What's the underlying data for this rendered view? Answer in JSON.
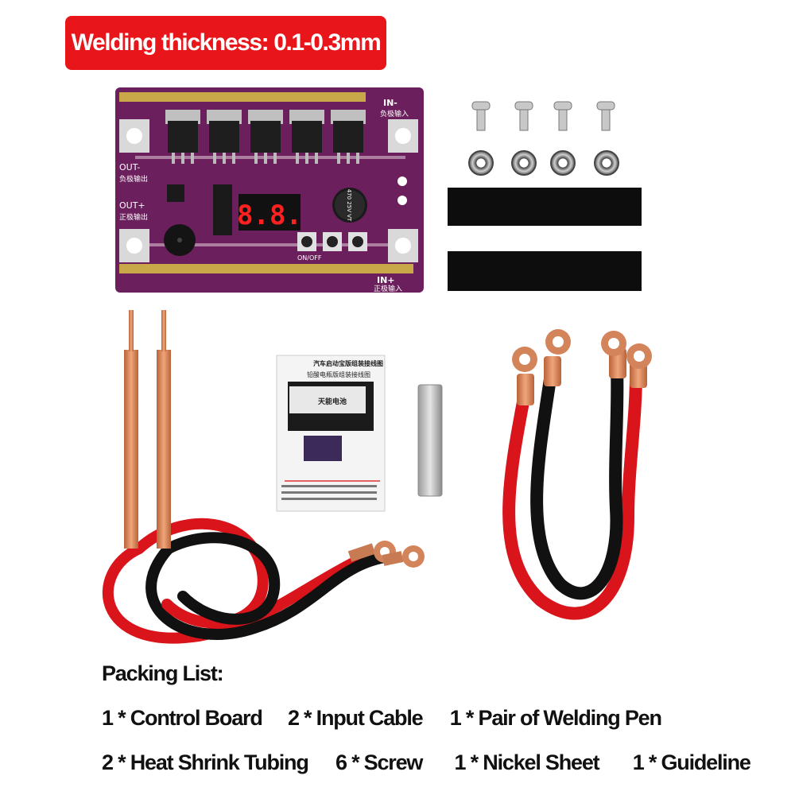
{
  "banner": {
    "text": "Welding thickness: 0.1-0.3mm"
  },
  "board": {
    "in_minus": "IN-",
    "in_minus_cn": "负极输入",
    "out_minus": "OUT-",
    "out_minus_cn": "负极输出",
    "out_plus": "OUT+",
    "out_plus_cn": "正极输出",
    "in_plus": "IN+",
    "in_plus_cn": "正极输入",
    "display": "8.8.",
    "capacitor": "470 25V VT",
    "on_off": "ON/OFF"
  },
  "guide": {
    "title": "汽车启动宝版组装接线图",
    "subtitle": "铅酸电瓶版组装接线图",
    "battery_label": "天能电池"
  },
  "packing": {
    "title": "Packing List:",
    "items_row1": [
      "1 * Control Board",
      "2 * Input Cable",
      "1 * Pair of Welding Pen"
    ],
    "items_row2": [
      "2 * Heat Shrink Tubing",
      "6 * Screw",
      "1 * Nickel Sheet",
      "1 * Guideline"
    ]
  },
  "colors": {
    "banner": "#e8161b",
    "pcb": "#6b1f5c",
    "cable_red": "#d9141b",
    "cable_black": "#111111",
    "copper": "#d4845a"
  }
}
